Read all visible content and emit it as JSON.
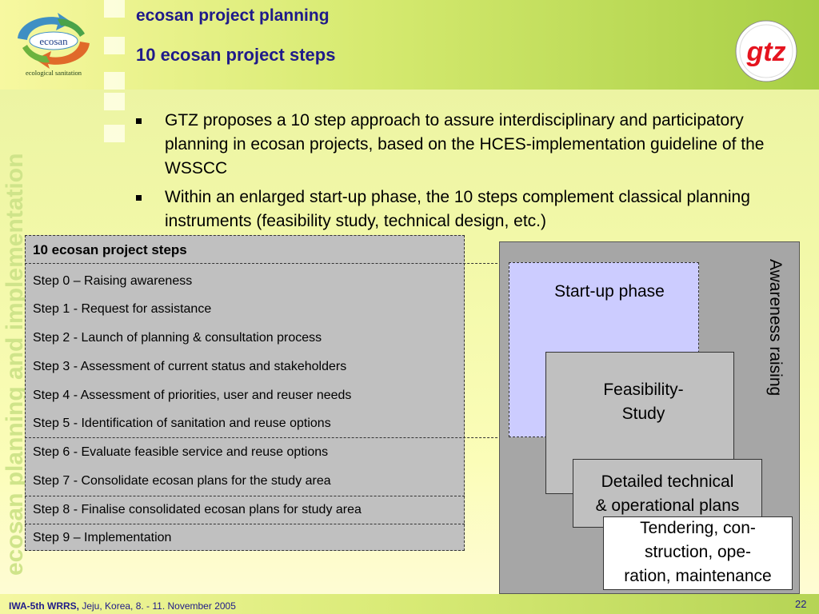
{
  "header": {
    "title_line1": "ecosan project planning",
    "title_line2": "10 ecosan project steps",
    "logo_word": "ecosan",
    "logo_caption": "ecological sanitation",
    "gtz_logo": "gtz"
  },
  "side_caption": "ecosan planning and implementation",
  "bullets": [
    "GTZ proposes a 10 step approach to assure interdisciplinary and participatory planning in ecosan projects, based on the HCES-implementation guideline of the WSSCC",
    "Within an enlarged start-up phase, the 10 steps complement classical planning instruments (feasibility study, technical design, etc.)"
  ],
  "steps_table": {
    "header": "10 ecosan project steps",
    "steps": [
      "Step 0 – Raising awareness",
      "Step 1 - Request for assistance",
      "Step 2 - Launch of planning & consultation process",
      "Step 3 - Assessment of current status and stakeholders",
      "Step 4 - Assessment of priorities, user and reuser needs",
      "Step 5 - Identification of sanitation and reuse options",
      "Step 6 - Evaluate feasible service and reuse options",
      "Step 7 - Consolidate ecosan plans for the study area",
      "Step 8 - Finalise consolidated ecosan plans for study area",
      "Step 9 – Implementation"
    ]
  },
  "diagram": {
    "startup": "Start-up phase",
    "awareness": "Awareness raising",
    "feasibility_line1": "Feasibility-",
    "feasibility_line2": "Study",
    "technical_line1": "Detailed technical",
    "technical_line2": "& operational plans",
    "tendering_line1": "Tendering, con-",
    "tendering_line2": "struction, ope-",
    "tendering_line3": "ration, maintenance"
  },
  "footer": {
    "event": "IWA-5th WRRS,",
    "location": " Jeju, Korea, 8. - 11. November 2005",
    "page": "22"
  },
  "colors": {
    "title": "#1f1a8a",
    "startup_fill": "#ccccff",
    "panel_gray": "#a6a6a6",
    "box_gray": "#c0c0c0",
    "gtz_red": "#e5141f"
  }
}
